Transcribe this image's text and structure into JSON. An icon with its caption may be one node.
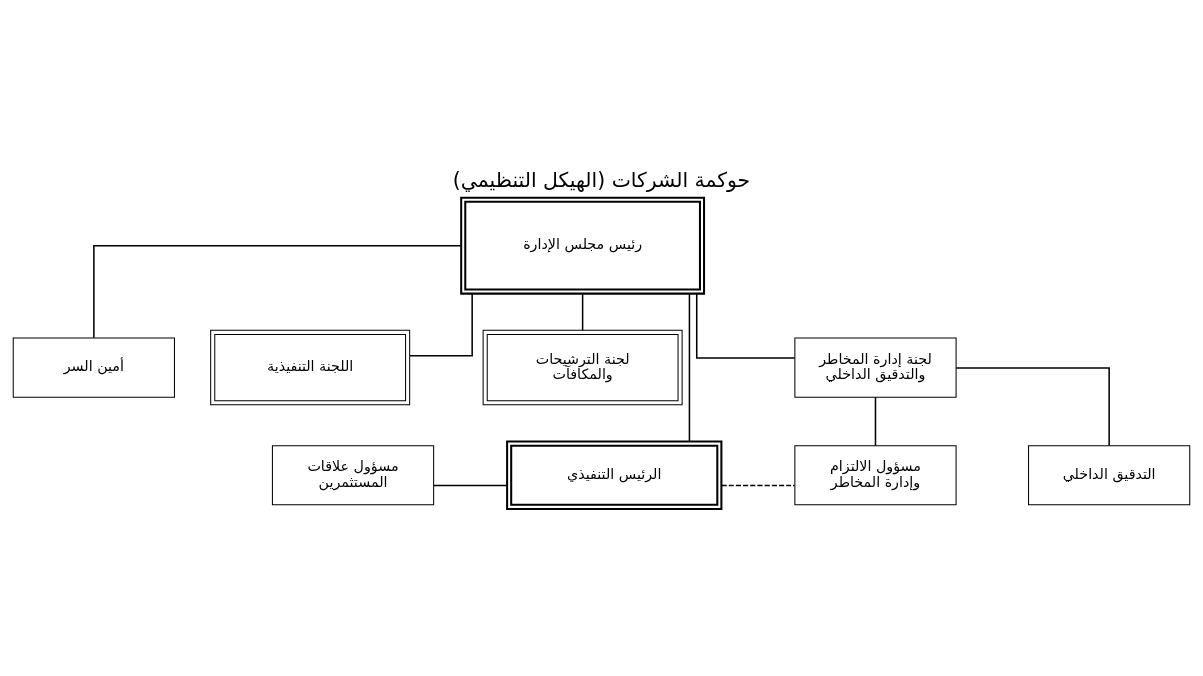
{
  "diagram": {
    "title": "حوكمة الشركات (الهيكل التنظيمي)",
    "nodes": [
      {
        "text": [
          "رئيس مجلس الإدارة"
        ]
      },
      {
        "text": [
          "أمين السر"
        ]
      },
      {
        "text": [
          "لجنة إدارة المخاطر والتدقيق الداخلي"
        ]
      },
      {
        "text": [
          "لجنة الترشيحات والمكافآت"
        ]
      },
      {
        "text": [
          "اللجنة التنفيذية"
        ]
      },
      {
        "text": [
          "التدقيق الداخلي"
        ]
      },
      {
        "text": [
          "مسؤول الالتزام وإدارة المخاطر"
        ]
      },
      {
        "text": [
          "الرئيس التنفيذي"
        ]
      },
      {
        "text": [
          "مسؤول علاقات المستثمرين"
        ]
      }
    ],
    "edges": [
      {
        "from": 0,
        "to": 1,
        "arrow": "none"
      },
      {
        "from": 0,
        "to": 2,
        "arrow": "none"
      },
      {
        "from": 0,
        "to": 3,
        "arrow": "none"
      },
      {
        "from": 0,
        "to": 4,
        "arrow": "none"
      },
      {
        "from": 0,
        "to": 7,
        "arrow": "none"
      },
      {
        "from": 2,
        "to": 5,
        "arrow": "none"
      },
      {
        "from": 2,
        "to": 6,
        "arrow": "none"
      },
      {
        "from": 7,
        "to": 6,
        "arrow": "none",
        "style": "dashed"
      },
      {
        "from": 7,
        "to": 8,
        "arrow": "none"
      }
    ]
  }
}
